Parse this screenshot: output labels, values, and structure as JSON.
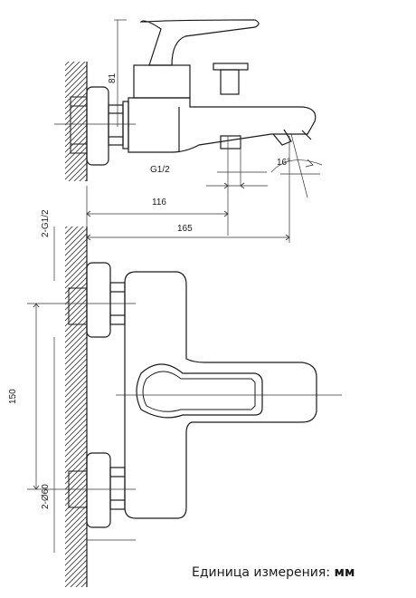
{
  "dimensions": {
    "height_top": "81",
    "thread_side": "G1/2",
    "angle": "16°",
    "length_short": "116",
    "length_long": "165",
    "thread_front": "2-G1/2",
    "center_distance": "150",
    "escutcheon": "2-Ø60"
  },
  "footer": {
    "label": "Единица измерения:",
    "unit": "мм"
  }
}
